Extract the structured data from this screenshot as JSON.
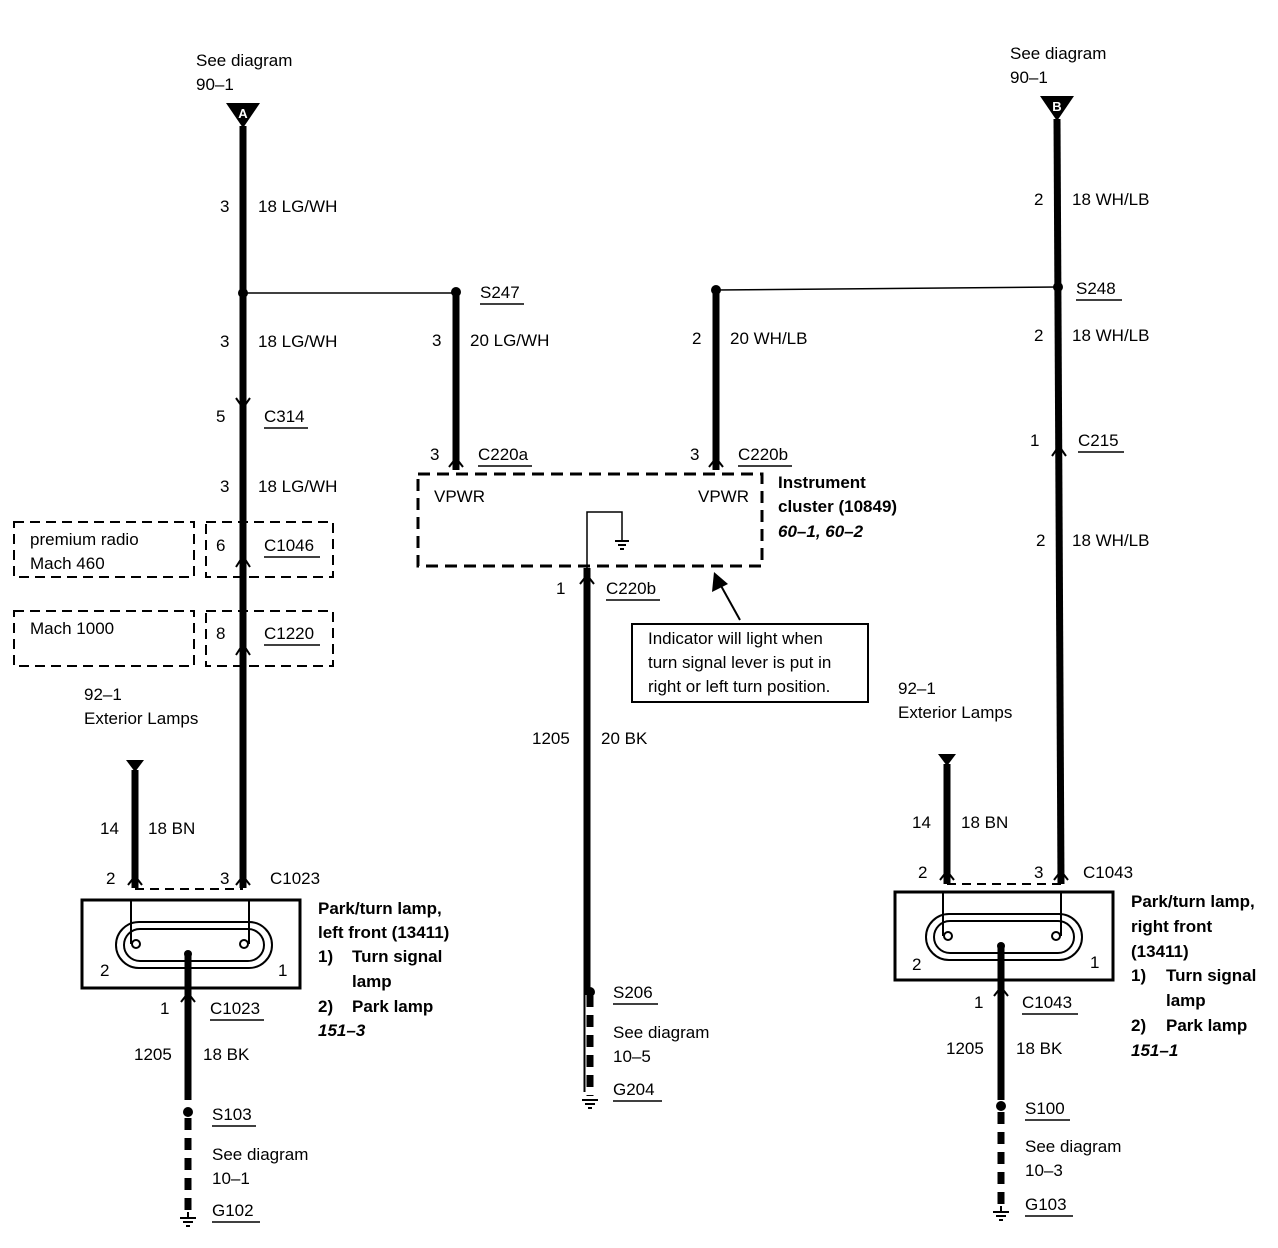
{
  "left_top": {
    "see": "See diagram",
    "ref": "90–1",
    "letter": "A"
  },
  "right_top": {
    "see": "See diagram",
    "ref": "90–1",
    "letter": "B"
  },
  "left_circuit": {
    "w1_pin": "3",
    "w1_wire": "18 LG/WH",
    "w2_pin": "3",
    "w2_wire": "18 LG/WH",
    "c314_pin": "5",
    "c314": "C314",
    "w3_pin": "3",
    "w3_wire": "18 LG/WH",
    "premium_radio": "premium radio",
    "mach460": "Mach 460",
    "c1046_pin": "6",
    "c1046": "C1046",
    "mach1000": "Mach 1000",
    "c1220_pin": "8",
    "c1220": "C1220",
    "ext_ref": "92–1",
    "ext_label": "Exterior Lamps",
    "bn_pin": "14",
    "bn_wire": "18 BN",
    "pin2": "2",
    "pin3": "3",
    "c1023": "C1023",
    "lamp_title1": "Park/turn lamp,",
    "lamp_title2": "left front (13411)",
    "item1_num": "1)",
    "item1_a": "Turn signal",
    "item1_b": "lamp",
    "item2_num": "2)",
    "item2": "Park lamp",
    "ref": "151–3",
    "lamp_pin2": "2",
    "lamp_pin1": "1",
    "gnd_pin": "1",
    "gnd_conn": "C1023",
    "gnd_circuit": "1205",
    "gnd_wire": "18 BK",
    "splice": "S103",
    "see": "See diagram",
    "see_ref": "10–1",
    "ground": "G102"
  },
  "middle": {
    "s247": "S247",
    "s247_pin": "3",
    "s247_wire": "20 LG/WH",
    "c220a_pin": "3",
    "c220a": "C220a",
    "s248b_pin": "2",
    "s248b_wire": "20 WH/LB",
    "c220b_pin": "3",
    "c220b": "C220b",
    "vpwr_left": "VPWR",
    "vpwr_right": "VPWR",
    "cluster1": "Instrument",
    "cluster2": "cluster (10849)",
    "cluster_ref": "60–1, 60–2",
    "out_pin": "1",
    "out_conn": "C220b",
    "note1": "Indicator will light when",
    "note2": "turn signal lever is put in",
    "note3": "right or left turn position.",
    "circuit": "1205",
    "wire": "20 BK",
    "splice": "S206",
    "see": "See diagram",
    "see_ref": "10–5",
    "ground": "G204"
  },
  "right_circuit": {
    "w1_pin": "2",
    "w1_wire": "18 WH/LB",
    "s248": "S248",
    "w2_pin": "2",
    "w2_wire": "18 WH/LB",
    "c215_pin": "1",
    "c215": "C215",
    "w3_pin": "2",
    "w3_wire": "18 WH/LB",
    "ext_ref": "92–1",
    "ext_label": "Exterior Lamps",
    "bn_pin": "14",
    "bn_wire": "18 BN",
    "pin2": "2",
    "pin3": "3",
    "c1043": "C1043",
    "lamp_title1": "Park/turn lamp,",
    "lamp_title2": "right front",
    "lamp_title3": "(13411)",
    "item1_num": "1)",
    "item1_a": "Turn signal",
    "item1_b": "lamp",
    "item2_num": "2)",
    "item2": "Park lamp",
    "ref": "151–1",
    "lamp_pin2": "2",
    "lamp_pin1": "1",
    "gnd_pin": "1",
    "gnd_conn": "C1043",
    "gnd_circuit": "1205",
    "gnd_wire": "18 BK",
    "splice": "S100",
    "see": "See diagram",
    "see_ref": "10–3",
    "ground": "G103"
  }
}
